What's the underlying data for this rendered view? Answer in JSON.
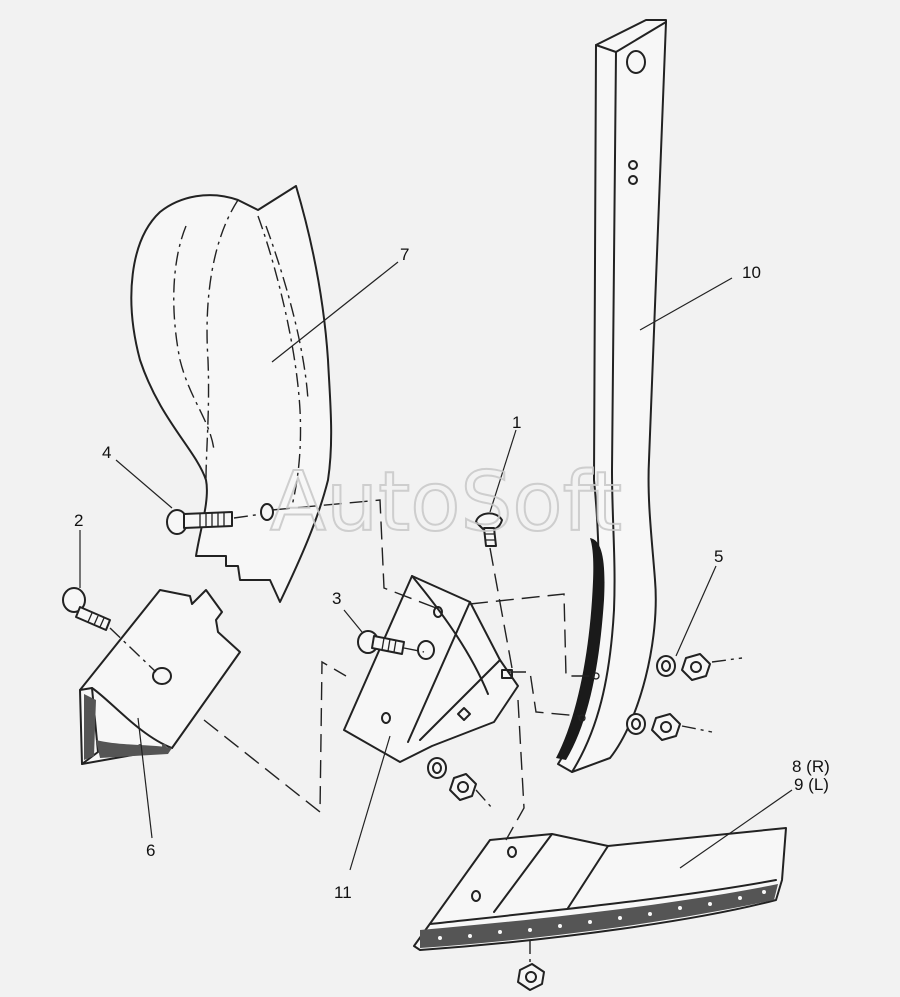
{
  "watermark": "AutoSoft",
  "callouts": [
    {
      "id": "1",
      "text": "1"
    },
    {
      "id": "2",
      "text": "2"
    },
    {
      "id": "3",
      "text": "3"
    },
    {
      "id": "4",
      "text": "4"
    },
    {
      "id": "5",
      "text": "5"
    },
    {
      "id": "6",
      "text": "6"
    },
    {
      "id": "7",
      "text": "7"
    },
    {
      "id": "8",
      "text": "8 (R)"
    },
    {
      "id": "9",
      "text": "9 (L)"
    },
    {
      "id": "10",
      "text": "10"
    },
    {
      "id": "11",
      "text": "11"
    }
  ]
}
